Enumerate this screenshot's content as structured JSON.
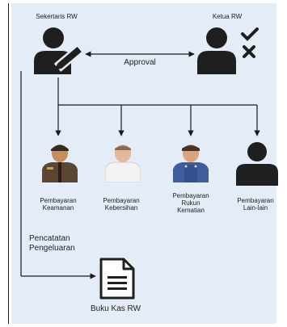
{
  "roles": {
    "secretary": "Sekertaris RW",
    "head": "Ketua RW"
  },
  "approval_label": "Approval",
  "payments": [
    {
      "label": "Pembayaran\nKeamanan",
      "icon": "security-guard-avatar-icon"
    },
    {
      "label": "Pembayaran\nKebersihan",
      "icon": "cleaner-avatar-icon"
    },
    {
      "label": "Pembayaran\nRukun\nKematian",
      "icon": "worker-avatar-icon"
    },
    {
      "label": "Pembayaran\nLain-lain",
      "icon": "generic-person-icon"
    }
  ],
  "expense_label": "Pencatatan\nPengeluaran",
  "ledger_label": "Buku Kas RW",
  "colors": {
    "background": "#e4ecf7",
    "icon": "#1f1f1f",
    "line": "#1a1a1a"
  }
}
